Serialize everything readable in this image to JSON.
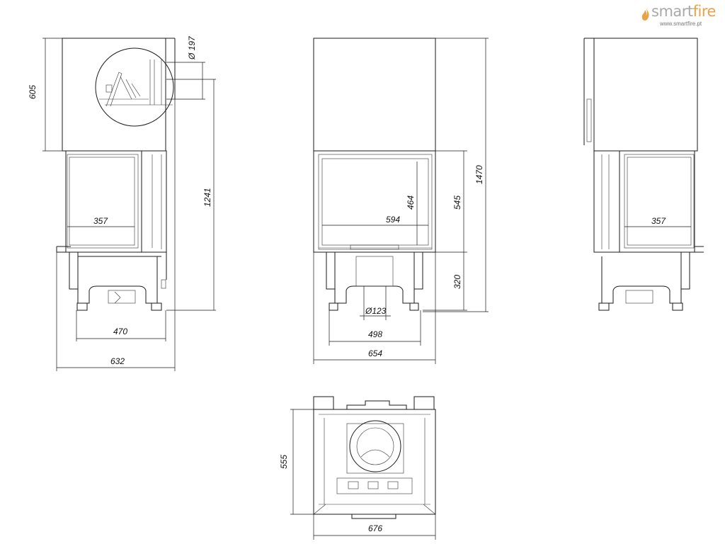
{
  "brand": {
    "name_part1": "smart",
    "name_part2": "fire",
    "url": "www.smartfire.pt",
    "colors": {
      "text": "#a9a9a9",
      "accent": "#e8a347"
    }
  },
  "dimensions": {
    "side_left": {
      "height_top": "605",
      "flue_diameter": "Ø 197",
      "flue_height": "1241",
      "glass_width": "357",
      "base_width": "470",
      "total_depth": "632"
    },
    "front": {
      "glass_height": "464",
      "glass_width": "594",
      "door_height": "545",
      "base_height": "320",
      "air_inlet": "Ø123",
      "base_width": "498",
      "total_width": "654",
      "total_height": "1470"
    },
    "side_right": {
      "glass_width": "357"
    },
    "top": {
      "depth": "555",
      "width": "676"
    }
  }
}
